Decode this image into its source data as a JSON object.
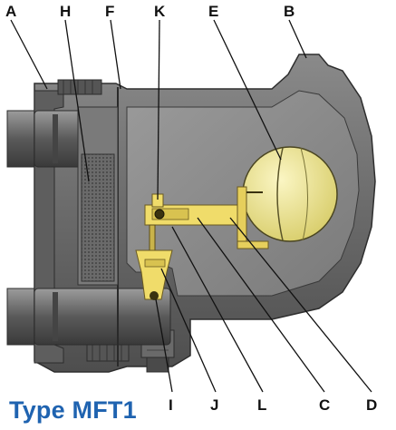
{
  "diagram": {
    "title": "Type MFT1",
    "labels": {
      "A": "A",
      "H": "H",
      "F": "F",
      "K": "K",
      "E": "E",
      "B": "B",
      "I": "I",
      "J": "J",
      "L": "L",
      "C": "C",
      "D": "D"
    }
  },
  "colors": {
    "body": "#676767",
    "body_dark": "#3f3f3f",
    "cavity": "#8e8e8e",
    "float": "#efe690",
    "mechanism": "#f0dc6a",
    "caption": "#1f63b0"
  }
}
